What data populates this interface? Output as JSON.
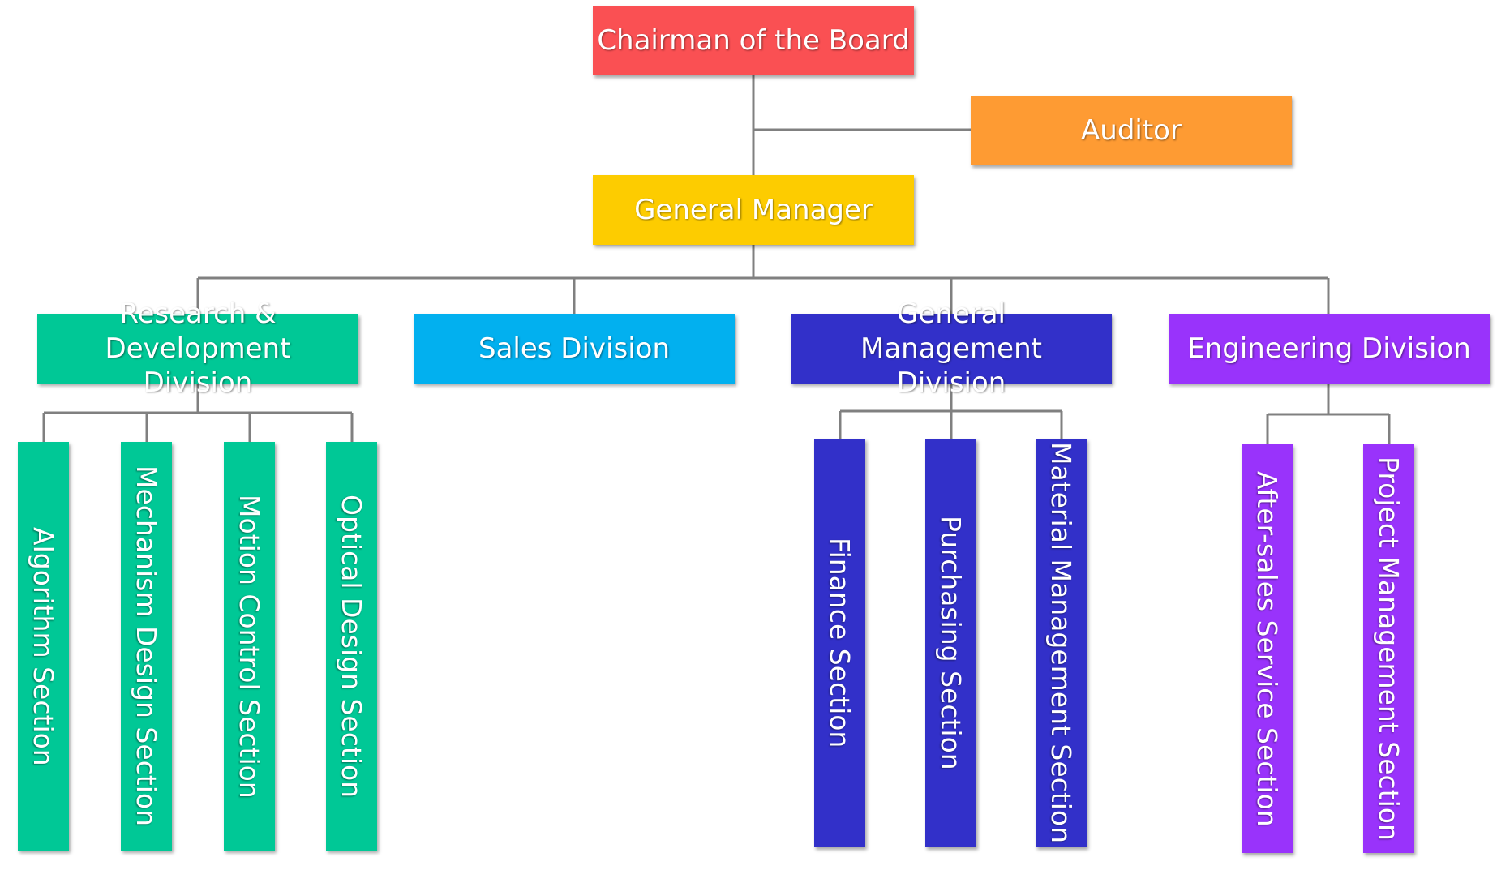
{
  "colors": {
    "chairman": "#fa5053",
    "auditor": "#fe9b33",
    "general_manager": "#fdcc00",
    "research_development": "#00c896",
    "sales": "#02b0ef",
    "general_management": "#3230c9",
    "engineering": "#9933fb",
    "connector": "#808080"
  },
  "chairman": {
    "label": "Chairman of the Board"
  },
  "auditor": {
    "label": "Auditor"
  },
  "general_manager": {
    "label": "General Manager"
  },
  "divisions": [
    {
      "label": "Research & Development Division",
      "sections": [
        "Algorithm Section",
        "Mechanism Design Section",
        "Motion Control Section",
        "Optical Design Section"
      ]
    },
    {
      "label": "Sales Division",
      "sections": []
    },
    {
      "label": "General Management Division",
      "sections": [
        "Finance Section",
        "Purchasing Section",
        "Material Management Section"
      ]
    },
    {
      "label": "Engineering Division",
      "sections": [
        "After-sales Service Section",
        "Project Management Section"
      ]
    }
  ]
}
